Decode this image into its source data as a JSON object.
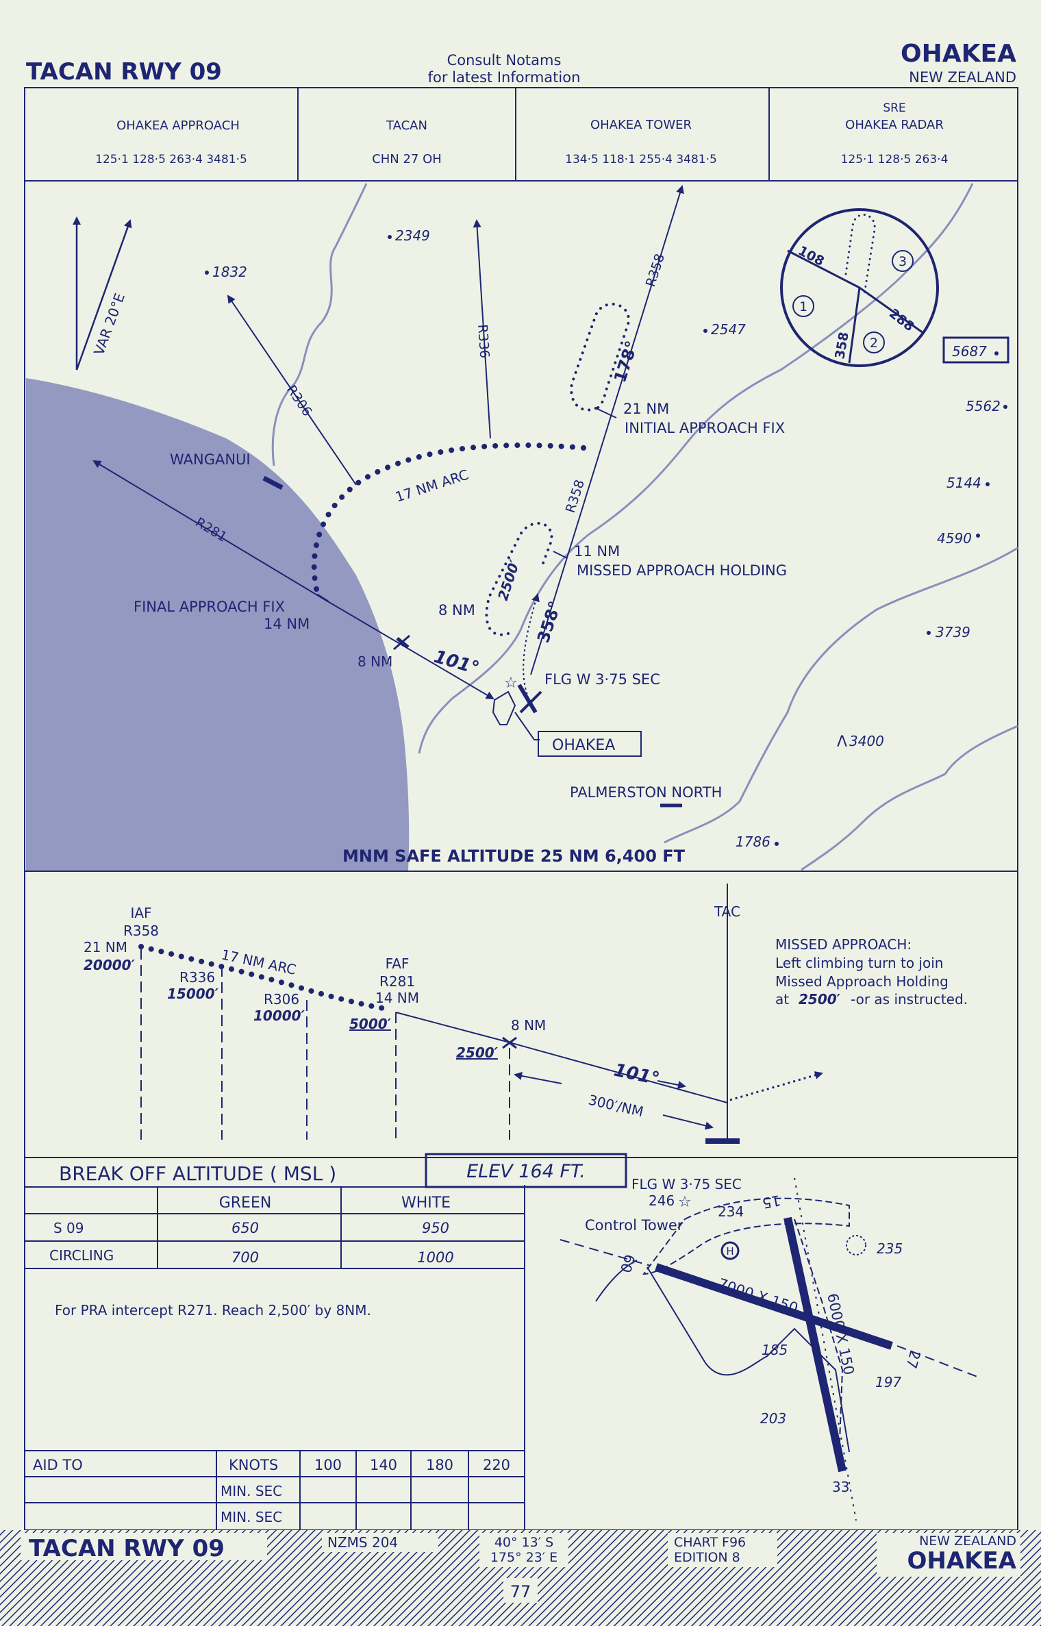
{
  "header": {
    "title": "TACAN RWY 09",
    "notice_line1": "Consult   Notams",
    "notice_line2": "for  latest  Information",
    "airport": "OHAKEA",
    "country": "NEW ZEALAND"
  },
  "frequencies": [
    {
      "label": "OHAKEA  APPROACH",
      "value": "125·1   128·5   263·4   3481·5"
    },
    {
      "label": "TACAN",
      "value": "CHN   27   OH"
    },
    {
      "label": "OHAKEA TOWER",
      "value": "134·5   118·1   255·4   3481·5"
    },
    {
      "label_top": "SRE",
      "label": "OHAKEA RADAR",
      "value": "125·1   128·5   263·4"
    }
  ],
  "plan": {
    "variation": "VAR   20°E",
    "radials": {
      "r306": "R306",
      "r336": "R336",
      "r358_top": "R358",
      "r358_mid": "R358",
      "r281": "R281"
    },
    "arc": "17 NM ARC",
    "initial_fix": {
      "dist": "21 NM",
      "name": "INITIAL APPROACH FIX"
    },
    "missed_hold": {
      "dist": "11 NM",
      "name": "MISSED APPROACH HOLDING"
    },
    "final_fix": {
      "name": "FINAL APPROACH FIX",
      "dist": "14 NM"
    },
    "eight_nm_left": "8 NM",
    "eight_nm_hold": "8 NM",
    "course_101": "101°",
    "course_178": "178°",
    "course_358": "358°",
    "alt_2500": "2500′",
    "beacon": "FLG W 3·75 SEC",
    "airport_label": "OHAKEA",
    "town_wanganui": "WANGANUI",
    "town_palmerston": "PALMERSTON NORTH",
    "msa": "MNM SAFE ALTITUDE 25 NM   6,400 FT",
    "spot_heights": {
      "h1832": "1832",
      "h2349": "2349",
      "h2547": "2547",
      "h5687": "5687",
      "h5562": "5562",
      "h5144": "5144",
      "h4590": "4590",
      "h3739": "3739",
      "h3400": "3400",
      "h1786": "1786"
    },
    "msa_inset": {
      "r108": "108",
      "r358": "358",
      "r288": "288",
      "s1": "1",
      "s2": "2",
      "s3": "3"
    }
  },
  "profile": {
    "iaf": {
      "name": "IAF",
      "radial": "R358",
      "dist": "21 NM",
      "alt": "20000′"
    },
    "r336": {
      "radial": "R336",
      "alt": "15000′"
    },
    "arc": "17 NM ARC",
    "r306": {
      "radial": "R306",
      "alt": "10000′"
    },
    "faf": {
      "name": "FAF",
      "radial": "R281",
      "dist": "14 NM",
      "alt": "5000′"
    },
    "eight": {
      "dist": "8 NM",
      "alt": "2500′"
    },
    "course": "101°",
    "gradient": "300′/NM",
    "tac": "TAC",
    "missed_title": "MISSED APPROACH:",
    "missed_l1": "Left climbing turn to join",
    "missed_l2": "Missed Approach Holding",
    "missed_alt": "2500′",
    "missed_l3": "-or as instructed."
  },
  "minima": {
    "title": "BREAK  OFF  ALTITUDE   ( MSL )",
    "elev": "ELEV    164     FT.",
    "col_green": "GREEN",
    "col_white": "WHITE",
    "rows": [
      {
        "label": "S 09",
        "green": "650",
        "white": "950"
      },
      {
        "label": "CIRCLING",
        "green": "700",
        "white": "1000"
      }
    ],
    "note": "For PRA intercept R271.  Reach 2,500′ by 8NM."
  },
  "aid_table": {
    "aid_label": "AID TO",
    "knots_label": "KNOTS",
    "minsec_label": "MIN. SEC",
    "speeds": [
      "100",
      "140",
      "180",
      "220"
    ]
  },
  "aerodrome": {
    "beacon": "FLG W 3·75 SEC",
    "beacon_elev": "246",
    "tower": "Control Tower",
    "tower_elev": "234",
    "elev_235": "235",
    "elev_185": "185",
    "elev_197": "197",
    "elev_203": "203",
    "rwy_09": "09",
    "rwy_27": "27",
    "rwy_15": "15",
    "rwy_33": "33",
    "rwy_main": "7000 X 150",
    "rwy_cross": "6000 X 150"
  },
  "footer": {
    "title": "TACAN RWY 09",
    "map_ref": "NZMS  204",
    "lat": "40°  13′  S",
    "lon": "175°  23′  E",
    "chart": "CHART  F96",
    "edition": "EDITION  8",
    "country": "NEW  ZEALAND",
    "airport": "OHAKEA",
    "page": "77"
  },
  "colors": {
    "ink": "#1e2573",
    "paper": "#eef2e6",
    "sea": "#8a8fbd"
  }
}
